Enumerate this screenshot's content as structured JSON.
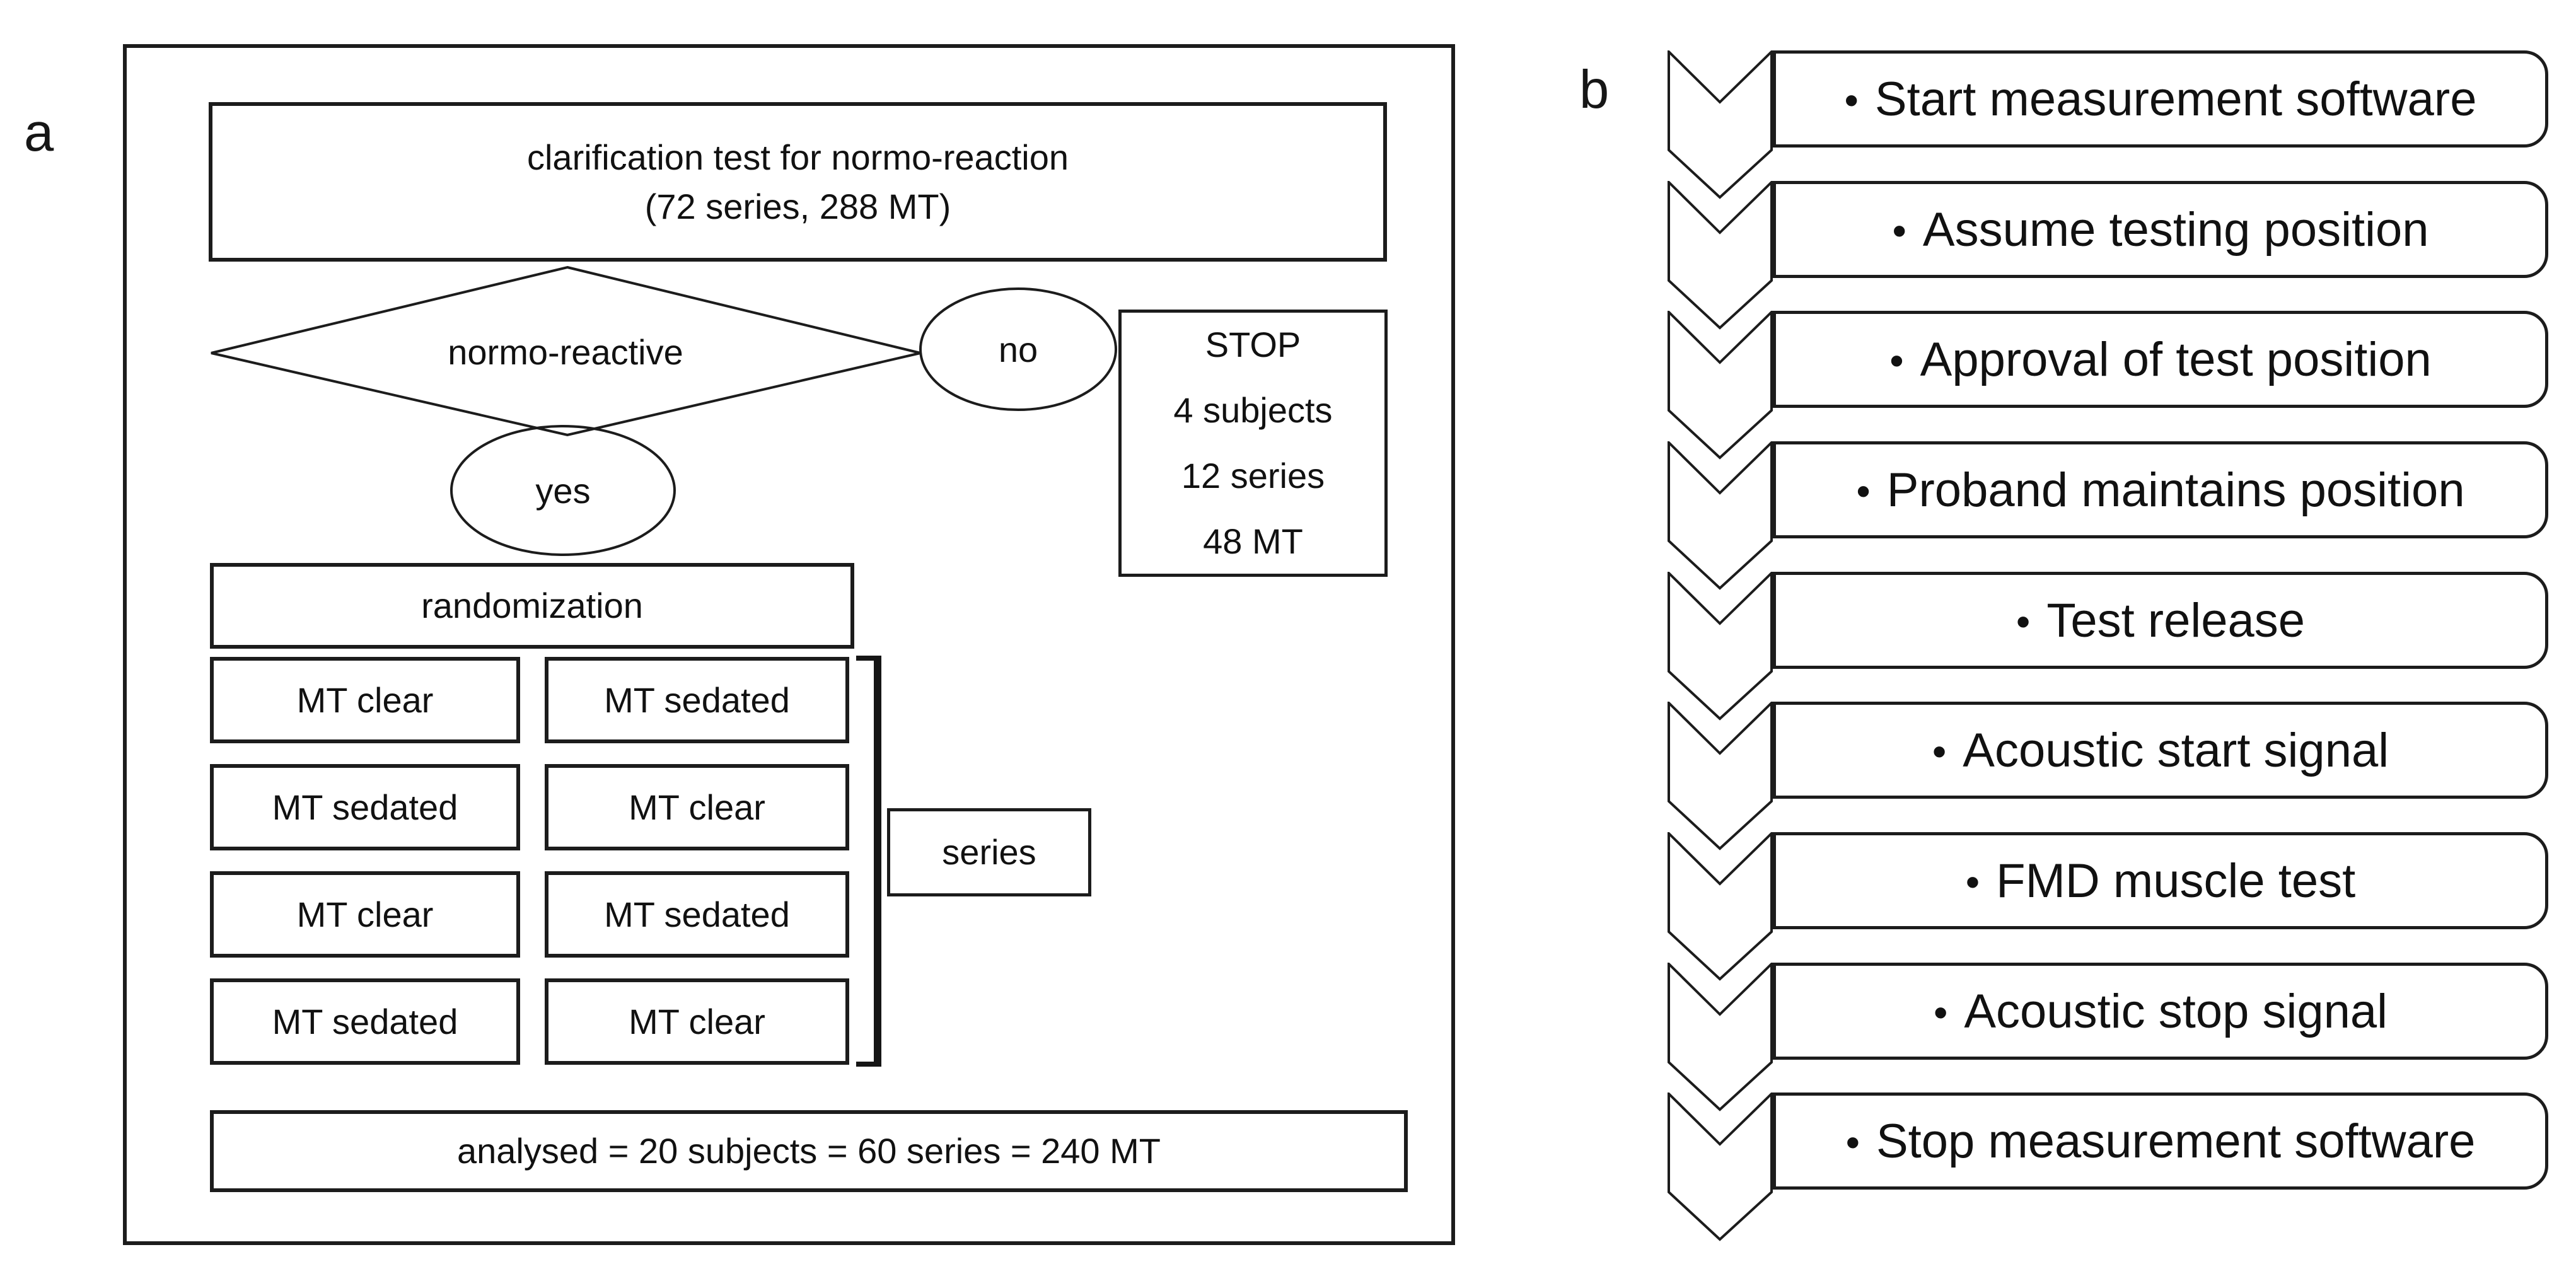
{
  "colors": {
    "ink": "#1c1c1c",
    "background": "#ffffff"
  },
  "panel_a": {
    "label": "a",
    "top_box": {
      "line1": "clarification test for normo-reaction",
      "line2": "(72 series, 288 MT)"
    },
    "decision": {
      "label": "normo-reactive",
      "no": "no",
      "yes": "yes"
    },
    "stop_box": {
      "lines": [
        "STOP",
        "4 subjects",
        "12 series",
        "48 MT"
      ]
    },
    "randomization_label": "randomization",
    "mt_grid": {
      "rows": [
        [
          "MT clear",
          "MT sedated"
        ],
        [
          "MT sedated",
          "MT clear"
        ],
        [
          "MT clear",
          "MT sedated"
        ],
        [
          "MT sedated",
          "MT clear"
        ]
      ]
    },
    "series_label": "series",
    "analysed_label": "analysed = 20 subjects = 60 series = 240 MT"
  },
  "panel_b": {
    "label": "b",
    "bullet": "•",
    "steps": [
      "Start measurement software",
      "Assume testing position",
      "Approval of test position",
      "Proband maintains position",
      "Test release",
      "Acoustic start signal",
      "FMD muscle test",
      "Acoustic stop signal",
      "Stop measurement software"
    ]
  }
}
